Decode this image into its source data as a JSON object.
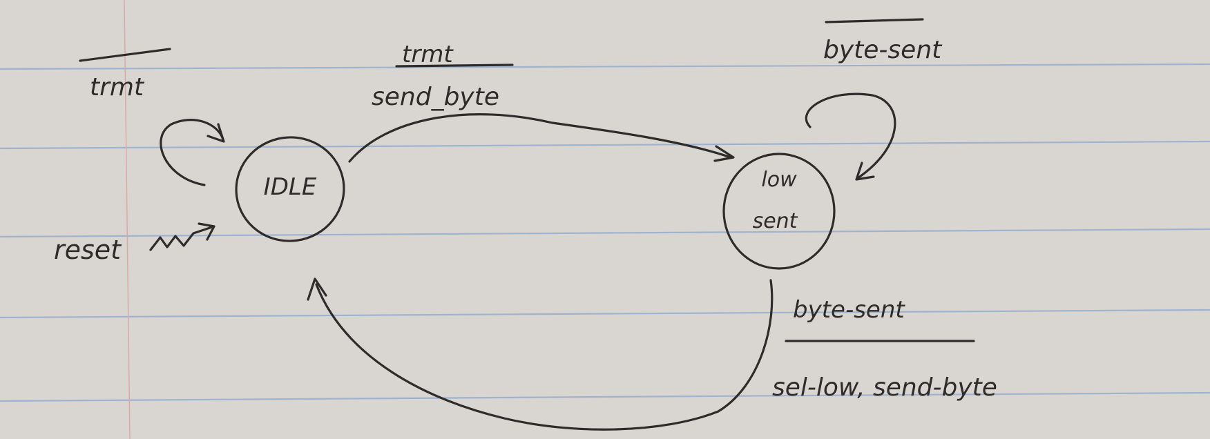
{
  "diagram": {
    "states": {
      "idle": "IDLE",
      "low_sent_line1": "low",
      "low_sent_line2": "sent"
    },
    "labels": {
      "idle_self_loop": "trmt",
      "idle_to_low_condition": "trmt",
      "idle_to_low_output": "send_byte",
      "low_self_loop": "byte-sent",
      "low_to_idle_condition": "byte-sent",
      "low_to_idle_output": "sel-low, send-byte",
      "reset": "reset"
    }
  }
}
